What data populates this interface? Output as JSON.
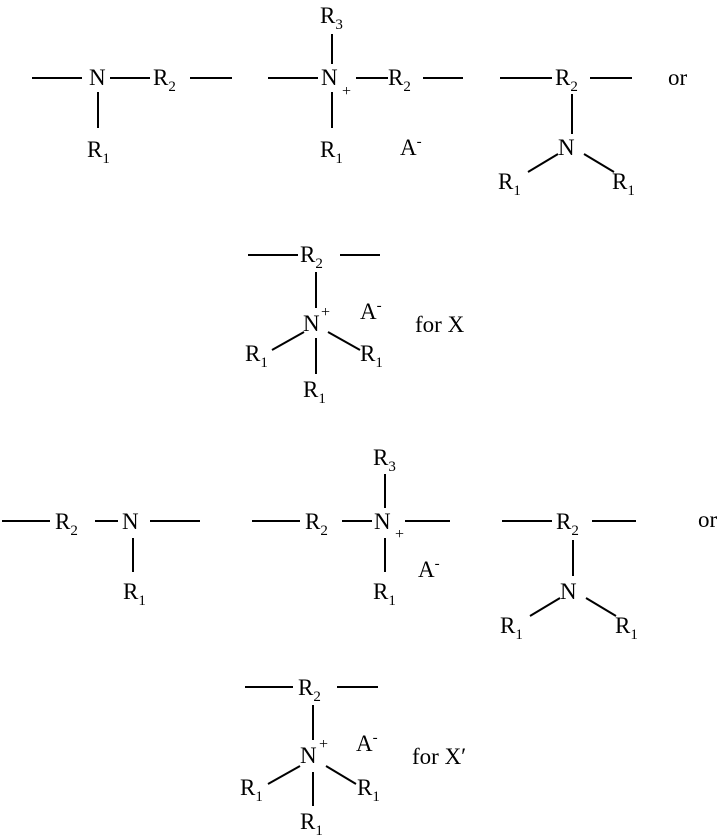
{
  "symbols": {
    "N": "N",
    "plus": "+",
    "R": "R",
    "sub1": "1",
    "sub2": "2",
    "sub3": "3",
    "anion": "A",
    "anion_charge": "-"
  },
  "connectors": {
    "or": "or",
    "for_x": "for X",
    "for_x_prime": "for X′"
  }
}
